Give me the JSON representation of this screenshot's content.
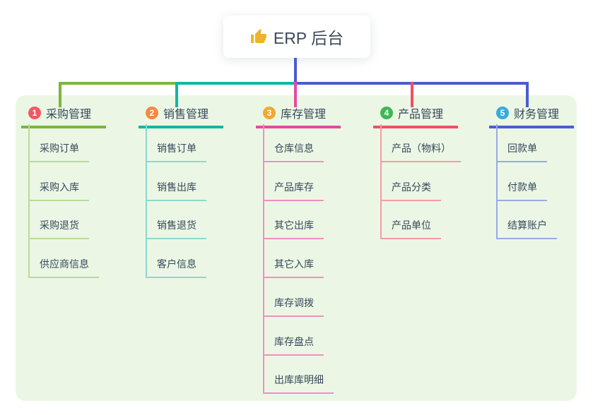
{
  "root": {
    "title": "ERP 后台",
    "icon": "thumbs-up-icon",
    "icon_color": "#f0b429"
  },
  "canvas": {
    "background": "#ffffff",
    "panel_color": "#ebf7e4"
  },
  "branches": [
    {
      "badge": "1",
      "title": "采购管理",
      "badge_color": "#f25864",
      "line_color": "#78b73c",
      "child_line_color": "#b9dc97",
      "children": [
        "采购订单",
        "采购入库",
        "采购退货",
        "供应商信息"
      ]
    },
    {
      "badge": "2",
      "title": "销售管理",
      "badge_color": "#f58943",
      "line_color": "#13b5a5",
      "child_line_color": "#8cd8cf",
      "children": [
        "销售订单",
        "销售出库",
        "销售退货",
        "客户信息"
      ]
    },
    {
      "badge": "3",
      "title": "库存管理",
      "badge_color": "#f0a832",
      "line_color": "#e54a9f",
      "child_line_color": "#f08fc3",
      "children": [
        "仓库信息",
        "产品库存",
        "其它出库",
        "其它入库",
        "库存调拨",
        "库存盘点",
        "出库库明细"
      ]
    },
    {
      "badge": "4",
      "title": "产品管理",
      "badge_color": "#3fb654",
      "line_color": "#f05061",
      "child_line_color": "#f79ba4",
      "children": [
        "产品（物料）",
        "产品分类",
        "产品单位"
      ]
    },
    {
      "badge": "5",
      "title": "财务管理",
      "badge_color": "#36abdf",
      "line_color": "#4a5cd0",
      "child_line_color": "#97abe5",
      "children": [
        "回款单",
        "付款单",
        "结算账户"
      ]
    }
  ]
}
